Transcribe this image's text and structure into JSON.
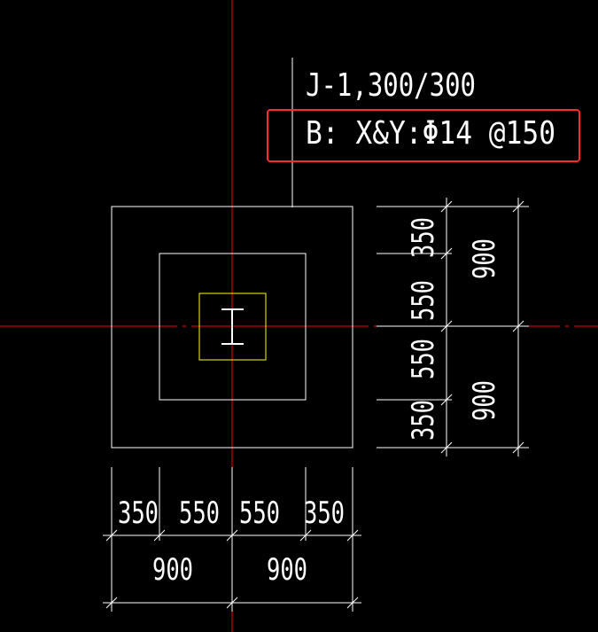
{
  "label": {
    "line1": "J-1,300/300",
    "line2": "B: X&Y:Φ14 @150"
  },
  "dimensions": {
    "bottom_segments": [
      "350",
      "550",
      "550",
      "350"
    ],
    "bottom_totals": [
      "900",
      "900"
    ],
    "right_segments": [
      "350",
      "550",
      "550",
      "350"
    ],
    "right_totals": [
      "900",
      "900"
    ]
  },
  "colors": {
    "background": "#000000",
    "lines": "#ffffff",
    "axis": "#ff0000",
    "column": "#ffff00",
    "highlight_box": "#ff2a2a"
  }
}
